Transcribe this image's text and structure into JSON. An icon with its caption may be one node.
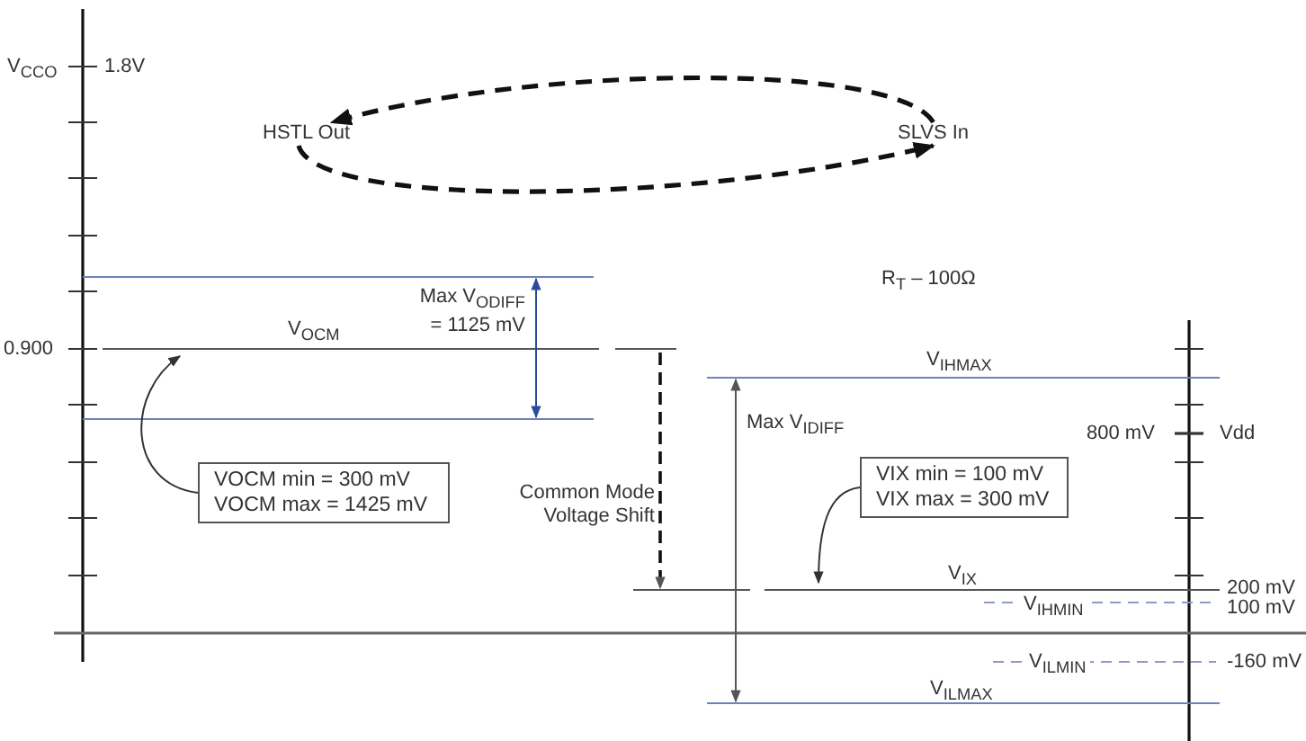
{
  "diagram": {
    "nodes": [
      {
        "text": [
          "HSTL Out"
        ]
      },
      {
        "text": [
          "SLVS In"
        ]
      },
      {
        "text": [
          "VOCM min = 300 mV VOCM max = 1425 mV"
        ]
      },
      {
        "text": [
          "VIX min = 100 mV VIX max = 300 mV"
        ]
      }
    ],
    "edges": [
      {
        "from": 1,
        "to": 0,
        "arrow": "to",
        "style": "dashed"
      },
      {
        "from": 0,
        "to": 1,
        "arrow": "to",
        "style": "dashed"
      },
      {
        "from": 2,
        "to": null,
        "arrow": "to"
      },
      {
        "from": 3,
        "to": null,
        "arrow": "to"
      }
    ],
    "labels": [
      "V$_{CCO}$",
      "1.8V",
      "R$_{T}$ – 100Ω",
      "Max V$_{ODIFF}$ = 1125 mV",
      "0.900",
      "V$_{OCM}$",
      "V$_{IHMAX}$",
      "Max V$_{IDIFF}$",
      "800 mV",
      "Vdd",
      "Common Mode Voltage Shift",
      "V$_{IX}$",
      "200 mV",
      "V$_{IHMIN}$",
      "100 mV",
      "V$_{ILMIN}$",
      "-160 mV",
      "V$_{ILMAX}$"
    ]
  }
}
